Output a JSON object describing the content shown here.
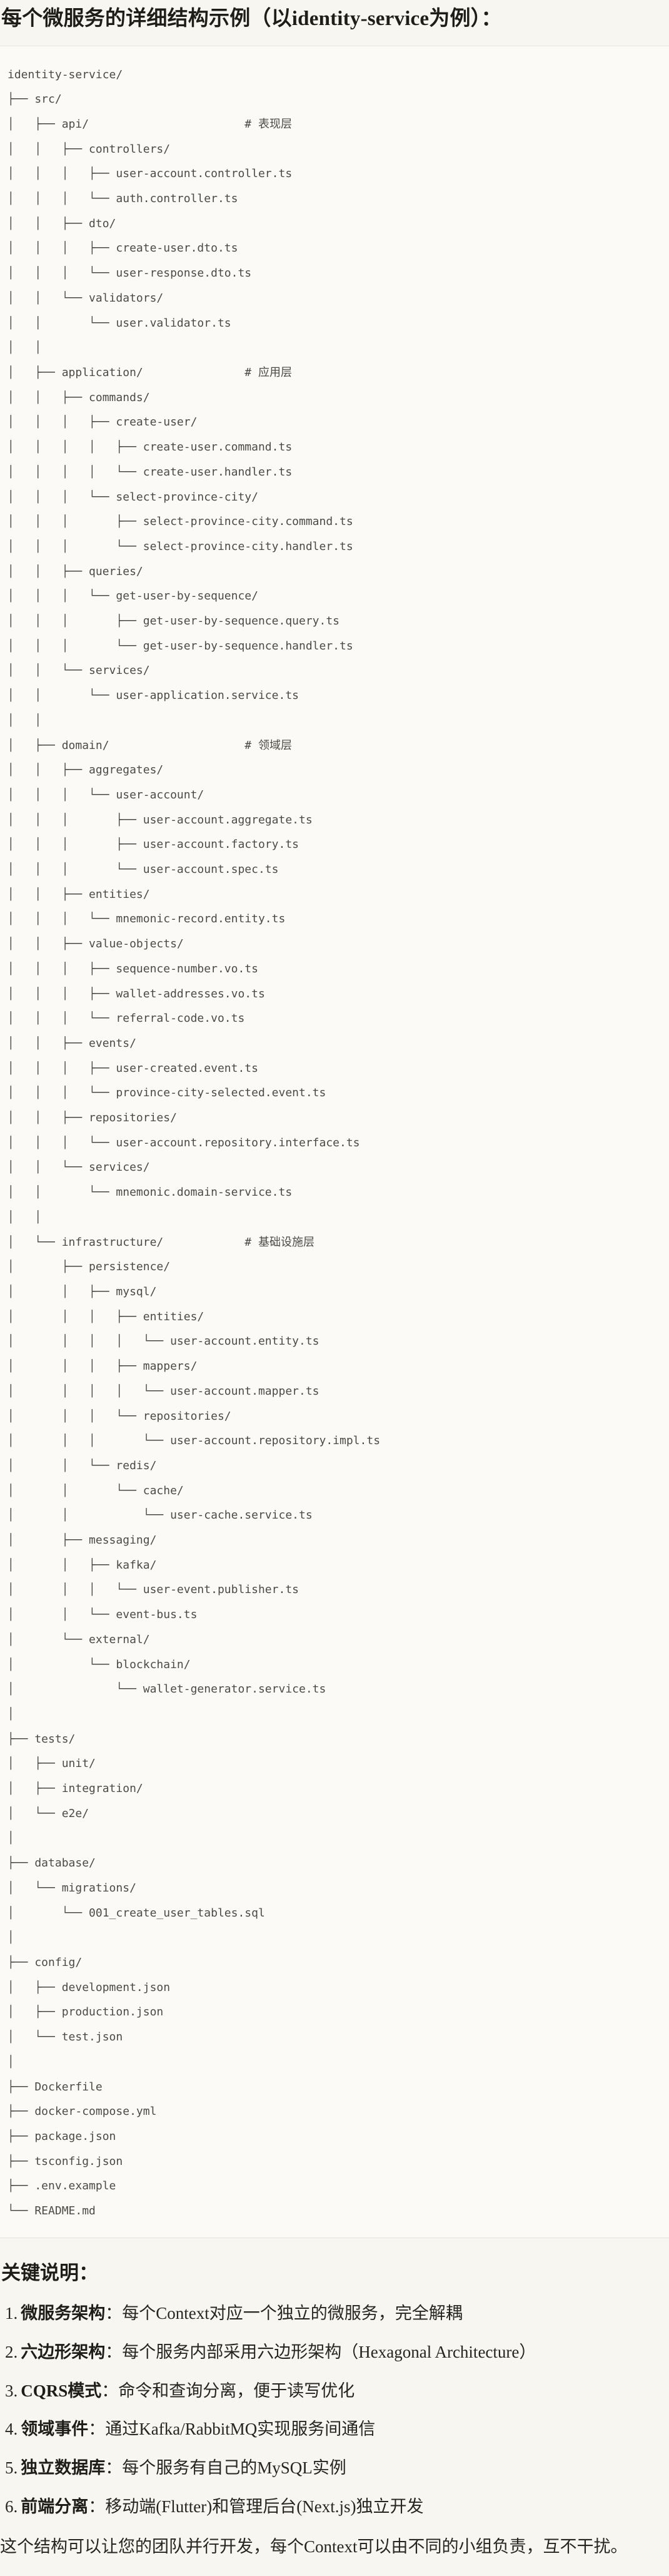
{
  "title": "每个微服务的详细结构示例（以identity-service为例）：",
  "tree": {
    "lines": [
      "identity-service/",
      "├── src/",
      "│   ├── api/                       # 表现层",
      "│   │   ├── controllers/",
      "│   │   │   ├── user-account.controller.ts",
      "│   │   │   └── auth.controller.ts",
      "│   │   ├── dto/",
      "│   │   │   ├── create-user.dto.ts",
      "│   │   │   └── user-response.dto.ts",
      "│   │   └── validators/",
      "│   │       └── user.validator.ts",
      "│   │",
      "│   ├── application/               # 应用层",
      "│   │   ├── commands/",
      "│   │   │   ├── create-user/",
      "│   │   │   │   ├── create-user.command.ts",
      "│   │   │   │   └── create-user.handler.ts",
      "│   │   │   └── select-province-city/",
      "│   │   │       ├── select-province-city.command.ts",
      "│   │   │       └── select-province-city.handler.ts",
      "│   │   ├── queries/",
      "│   │   │   └── get-user-by-sequence/",
      "│   │   │       ├── get-user-by-sequence.query.ts",
      "│   │   │       └── get-user-by-sequence.handler.ts",
      "│   │   └── services/",
      "│   │       └── user-application.service.ts",
      "│   │",
      "│   ├── domain/                    # 领域层",
      "│   │   ├── aggregates/",
      "│   │   │   └── user-account/",
      "│   │   │       ├── user-account.aggregate.ts",
      "│   │   │       ├── user-account.factory.ts",
      "│   │   │       └── user-account.spec.ts",
      "│   │   ├── entities/",
      "│   │   │   └── mnemonic-record.entity.ts",
      "│   │   ├── value-objects/",
      "│   │   │   ├── sequence-number.vo.ts",
      "│   │   │   ├── wallet-addresses.vo.ts",
      "│   │   │   └── referral-code.vo.ts",
      "│   │   ├── events/",
      "│   │   │   ├── user-created.event.ts",
      "│   │   │   └── province-city-selected.event.ts",
      "│   │   ├── repositories/",
      "│   │   │   └── user-account.repository.interface.ts",
      "│   │   └── services/",
      "│   │       └── mnemonic.domain-service.ts",
      "│   │",
      "│   └── infrastructure/            # 基础设施层",
      "│       ├── persistence/",
      "│       │   ├── mysql/",
      "│       │   │   ├── entities/",
      "│       │   │   │   └── user-account.entity.ts",
      "│       │   │   ├── mappers/",
      "│       │   │   │   └── user-account.mapper.ts",
      "│       │   │   └── repositories/",
      "│       │   │       └── user-account.repository.impl.ts",
      "│       │   └── redis/",
      "│       │       └── cache/",
      "│       │           └── user-cache.service.ts",
      "│       ├── messaging/",
      "│       │   ├── kafka/",
      "│       │   │   └── user-event.publisher.ts",
      "│       │   └── event-bus.ts",
      "│       └── external/",
      "│           └── blockchain/",
      "│               └── wallet-generator.service.ts",
      "│",
      "├── tests/",
      "│   ├── unit/",
      "│   ├── integration/",
      "│   └── e2e/",
      "│",
      "├── database/",
      "│   └── migrations/",
      "│       └── 001_create_user_tables.sql",
      "│",
      "├── config/",
      "│   ├── development.json",
      "│   ├── production.json",
      "│   └── test.json",
      "│",
      "├── Dockerfile",
      "├── docker-compose.yml",
      "├── package.json",
      "├── tsconfig.json",
      "├── .env.example",
      "└── README.md"
    ]
  },
  "notes": {
    "heading": "关键说明：",
    "items": [
      {
        "num": "1.",
        "term": "微服务架构",
        "desc": "：每个Context对应一个独立的微服务，完全解耦"
      },
      {
        "num": "2.",
        "term": "六边形架构",
        "desc": "：每个服务内部采用六边形架构（Hexagonal Architecture）"
      },
      {
        "num": "3.",
        "term": "CQRS模式",
        "desc": "：命令和查询分离，便于读写优化"
      },
      {
        "num": "4.",
        "term": "领域事件",
        "desc": "：通过Kafka/RabbitMQ实现服务间通信"
      },
      {
        "num": "5.",
        "term": "独立数据库",
        "desc": "：每个服务有自己的MySQL实例"
      },
      {
        "num": "6.",
        "term": "前端分离",
        "desc": "：移动端(Flutter)和管理后台(Next.js)独立开发"
      }
    ],
    "footer": "这个结构可以让您的团队并行开发，每个Context可以由不同的小组负责，互不干扰。"
  },
  "colors": {
    "page_bg": "#F7F6F1",
    "code_bg": "#FBFAF7",
    "code_border": "#E6E4DD",
    "code_text": "#4B4A45",
    "heading_text": "#1E1D18",
    "body_text": "#262520"
  }
}
